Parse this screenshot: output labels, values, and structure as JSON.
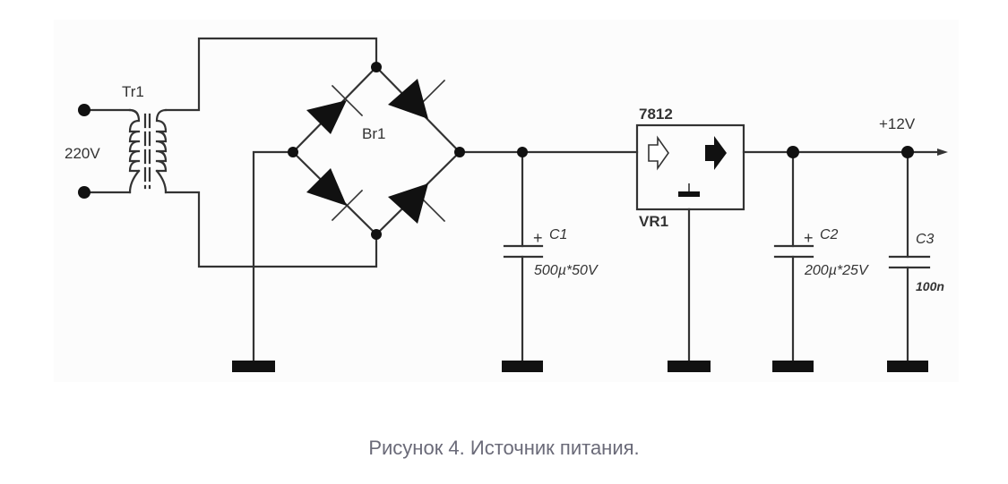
{
  "diagram": {
    "colors": {
      "wire": "#333333",
      "background": "#ffffff",
      "caption": "#6a6a78",
      "panel": "#fafafa"
    },
    "labels": {
      "transformer": "Tr1",
      "input_voltage": "220V",
      "bridge": "Br1",
      "regulator_part": "7812",
      "regulator_ref": "VR1",
      "output_voltage": "+12V",
      "c1_ref": "C1",
      "c1_value": "500µ*50V",
      "c2_ref": "C2",
      "c2_value": "200µ*25V",
      "c3_ref": "C3",
      "c3_value": "100n",
      "plus_sign": "+"
    },
    "components": [
      {
        "ref": "Tr1",
        "type": "transformer"
      },
      {
        "ref": "Br1",
        "type": "diode-bridge"
      },
      {
        "ref": "C1",
        "type": "electrolytic-capacitor",
        "value": "500µ*50V"
      },
      {
        "ref": "VR1",
        "type": "voltage-regulator",
        "part": "7812"
      },
      {
        "ref": "C2",
        "type": "electrolytic-capacitor",
        "value": "200µ*25V"
      },
      {
        "ref": "C3",
        "type": "capacitor",
        "value": "100n"
      }
    ]
  },
  "caption": "Рисунок 4. Источник питания."
}
